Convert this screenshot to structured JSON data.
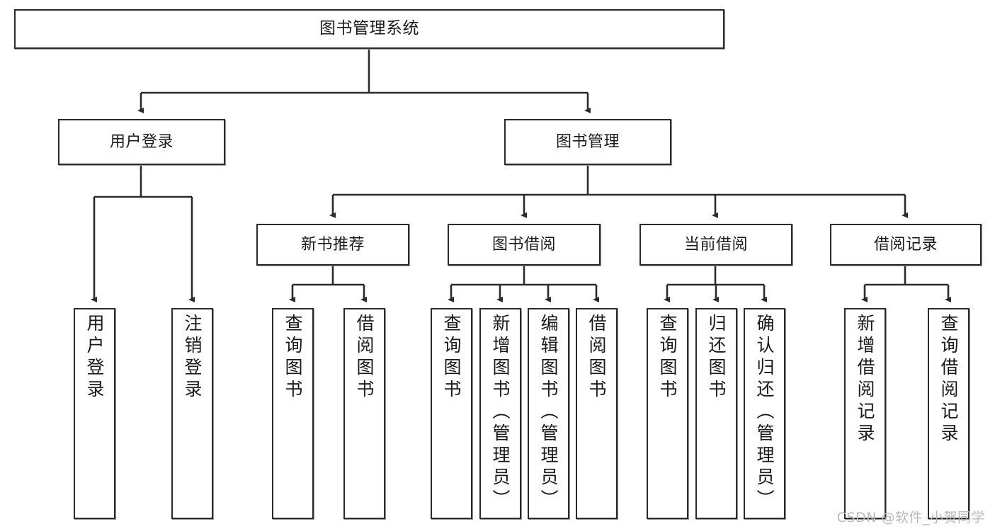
{
  "diagram": {
    "title": "图书管理系统",
    "type": "hierarchy-tree",
    "watermark": "CSDN @软件_小贺同学",
    "line_color": "#2b2b2b",
    "box_fill": "#ffffff",
    "box_border": "#2b2b2b",
    "watermark_color": "#b9b9b9",
    "levels": {
      "root": [
        "图书管理系统"
      ],
      "level2": [
        "用户登录",
        "图书管理"
      ],
      "level3": [
        "新书推荐",
        "图书借阅",
        "当前借阅",
        "借阅记录"
      ],
      "leaves": [
        "用户登录",
        "注销登录",
        "查询图书",
        "借阅图书",
        "查询图书",
        "新增图书（管理员）",
        "编辑图书（管理员）",
        "借阅图书",
        "查询图书",
        "归还图书",
        "确认归还（管理员）",
        "新增借阅记录",
        "查询借阅记录"
      ]
    },
    "nodes": {
      "root": {
        "label": "图书管理系统"
      },
      "user_login": {
        "label": "用户登录"
      },
      "book_manage": {
        "label": "图书管理"
      },
      "new_book_rec": {
        "label": "新书推荐"
      },
      "book_borrow": {
        "label": "图书借阅"
      },
      "current_borrow": {
        "label": "当前借阅"
      },
      "borrow_record": {
        "label": "借阅记录"
      },
      "leaf_user_login": {
        "label": "用户登录"
      },
      "leaf_logout": {
        "label": "注销登录"
      },
      "leaf_query_book_1": {
        "label": "查询图书"
      },
      "leaf_borrow_book_1": {
        "label": "借阅图书"
      },
      "leaf_query_book_2": {
        "label": "查询图书"
      },
      "leaf_add_book": {
        "label": "新增图书（管理员）"
      },
      "leaf_edit_book": {
        "label": "编辑图书（管理员）"
      },
      "leaf_borrow_book_2": {
        "label": "借阅图书"
      },
      "leaf_query_book_3": {
        "label": "查询图书"
      },
      "leaf_return_book": {
        "label": "归还图书"
      },
      "leaf_confirm_return": {
        "label": "确认归还（管理员）"
      },
      "leaf_add_record": {
        "label": "新增借阅记录"
      },
      "leaf_query_record": {
        "label": "查询借阅记录"
      }
    },
    "edges": [
      {
        "from": "图书管理系统",
        "to": "用户登录"
      },
      {
        "from": "图书管理系统",
        "to": "图书管理"
      },
      {
        "from": "用户登录",
        "to": "用户登录"
      },
      {
        "from": "用户登录",
        "to": "注销登录"
      },
      {
        "from": "图书管理",
        "to": "新书推荐"
      },
      {
        "from": "图书管理",
        "to": "图书借阅"
      },
      {
        "from": "图书管理",
        "to": "当前借阅"
      },
      {
        "from": "图书管理",
        "to": "借阅记录"
      },
      {
        "from": "新书推荐",
        "to": "查询图书"
      },
      {
        "from": "新书推荐",
        "to": "借阅图书"
      },
      {
        "from": "图书借阅",
        "to": "查询图书"
      },
      {
        "from": "图书借阅",
        "to": "新增图书（管理员）"
      },
      {
        "from": "图书借阅",
        "to": "编辑图书（管理员）"
      },
      {
        "from": "图书借阅",
        "to": "借阅图书"
      },
      {
        "from": "当前借阅",
        "to": "查询图书"
      },
      {
        "from": "当前借阅",
        "to": "归还图书"
      },
      {
        "from": "当前借阅",
        "to": "确认归还（管理员）"
      },
      {
        "from": "借阅记录",
        "to": "新增借阅记录"
      },
      {
        "from": "借阅记录",
        "to": "查询借阅记录"
      }
    ]
  }
}
